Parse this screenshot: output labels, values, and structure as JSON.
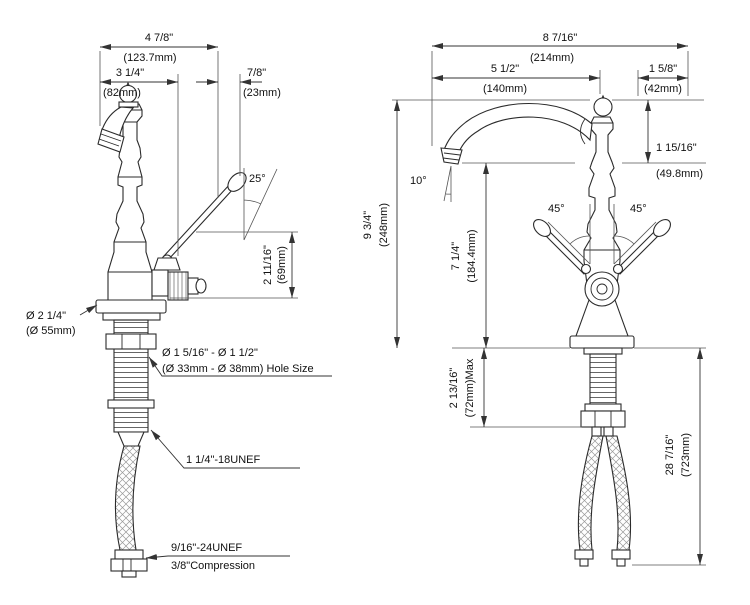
{
  "page": {
    "background": "#ffffff",
    "line_color": "#333333"
  },
  "left_view": {
    "dim_overall_depth": {
      "in": "4 7/8\"",
      "mm": "(123.7mm)"
    },
    "dim_spout_to_body": {
      "in": "3 1/4\"",
      "mm": "(82mm)"
    },
    "dim_handle_back": {
      "in": "7/8\"",
      "mm": "(23mm)"
    },
    "angle_handle": "25°",
    "dim_handle_height": {
      "in": "2 11/16\"",
      "mm": "(69mm)"
    },
    "dim_base_diameter": {
      "in": "Ø 2 1/4\"",
      "mm": "(Ø 55mm)"
    },
    "dim_hole_size": {
      "in": "Ø 1 5/16\" - Ø 1 1/2\"",
      "mm": "(Ø 33mm - Ø 38mm) Hole Size"
    },
    "label_shank_thread": "1 1/4\"-18UNEF",
    "label_hose_thread": "9/16\"-24UNEF",
    "label_hose_compression": "3/8\"Compression"
  },
  "front_view": {
    "dim_overall_width": {
      "in": "8 7/16\"",
      "mm": "(214mm)"
    },
    "dim_spout_reach": {
      "in": "5 1/2\"",
      "mm": "(140mm)"
    },
    "dim_handle_offset": {
      "in": "1 5/8\"",
      "mm": "(42mm)"
    },
    "dim_spout_drop": {
      "in": "1 15/16\"",
      "mm": "(49.8mm)"
    },
    "angle_spout": "10°",
    "angle_handle_left": "45°",
    "angle_handle_right": "45°",
    "dim_overall_height": {
      "in": "9 3/4\"",
      "mm": "(248mm)"
    },
    "dim_spout_height": {
      "in": "7 1/4\"",
      "mm": "(184.4mm)"
    },
    "dim_deck_thickness": {
      "in": "2 13/16\"",
      "mm": "(72mm)Max"
    },
    "dim_hose_length": {
      "in": "28 7/16\"",
      "mm": "(723mm)"
    }
  }
}
